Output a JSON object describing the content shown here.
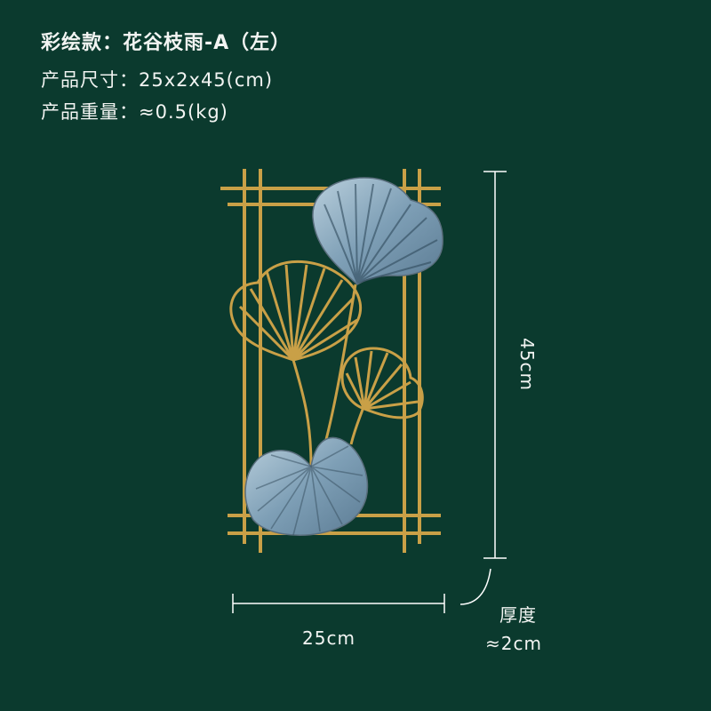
{
  "specs": {
    "title": "彩绘款：花谷枝雨-A（左）",
    "size": "产品尺寸：25x2x45(cm)",
    "weight": "产品重量：≈0.5(kg)"
  },
  "dimensions": {
    "height": "45cm",
    "width": "25cm",
    "thickness_title": "厚度",
    "thickness_value": "≈2cm"
  },
  "colors": {
    "background": "#0b3a2e",
    "gold": "#c9a047",
    "leaf_blue": "#8fb0c6",
    "text": "#f2f4f2"
  }
}
